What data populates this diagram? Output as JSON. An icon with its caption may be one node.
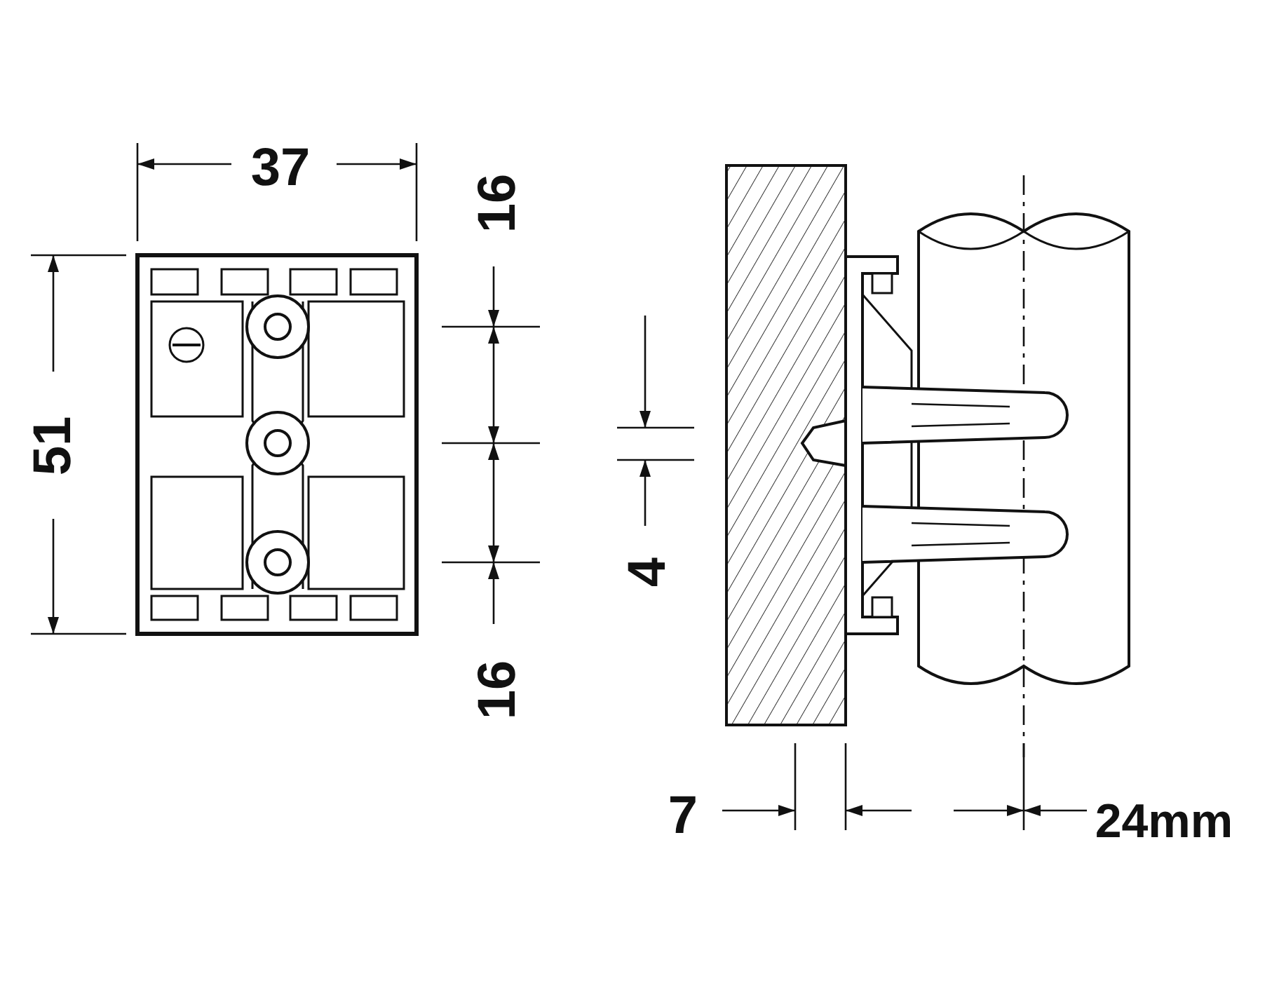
{
  "diagram": {
    "labels": [
      "37",
      "16",
      "51",
      "16",
      "4",
      "7",
      "24mm"
    ]
  }
}
